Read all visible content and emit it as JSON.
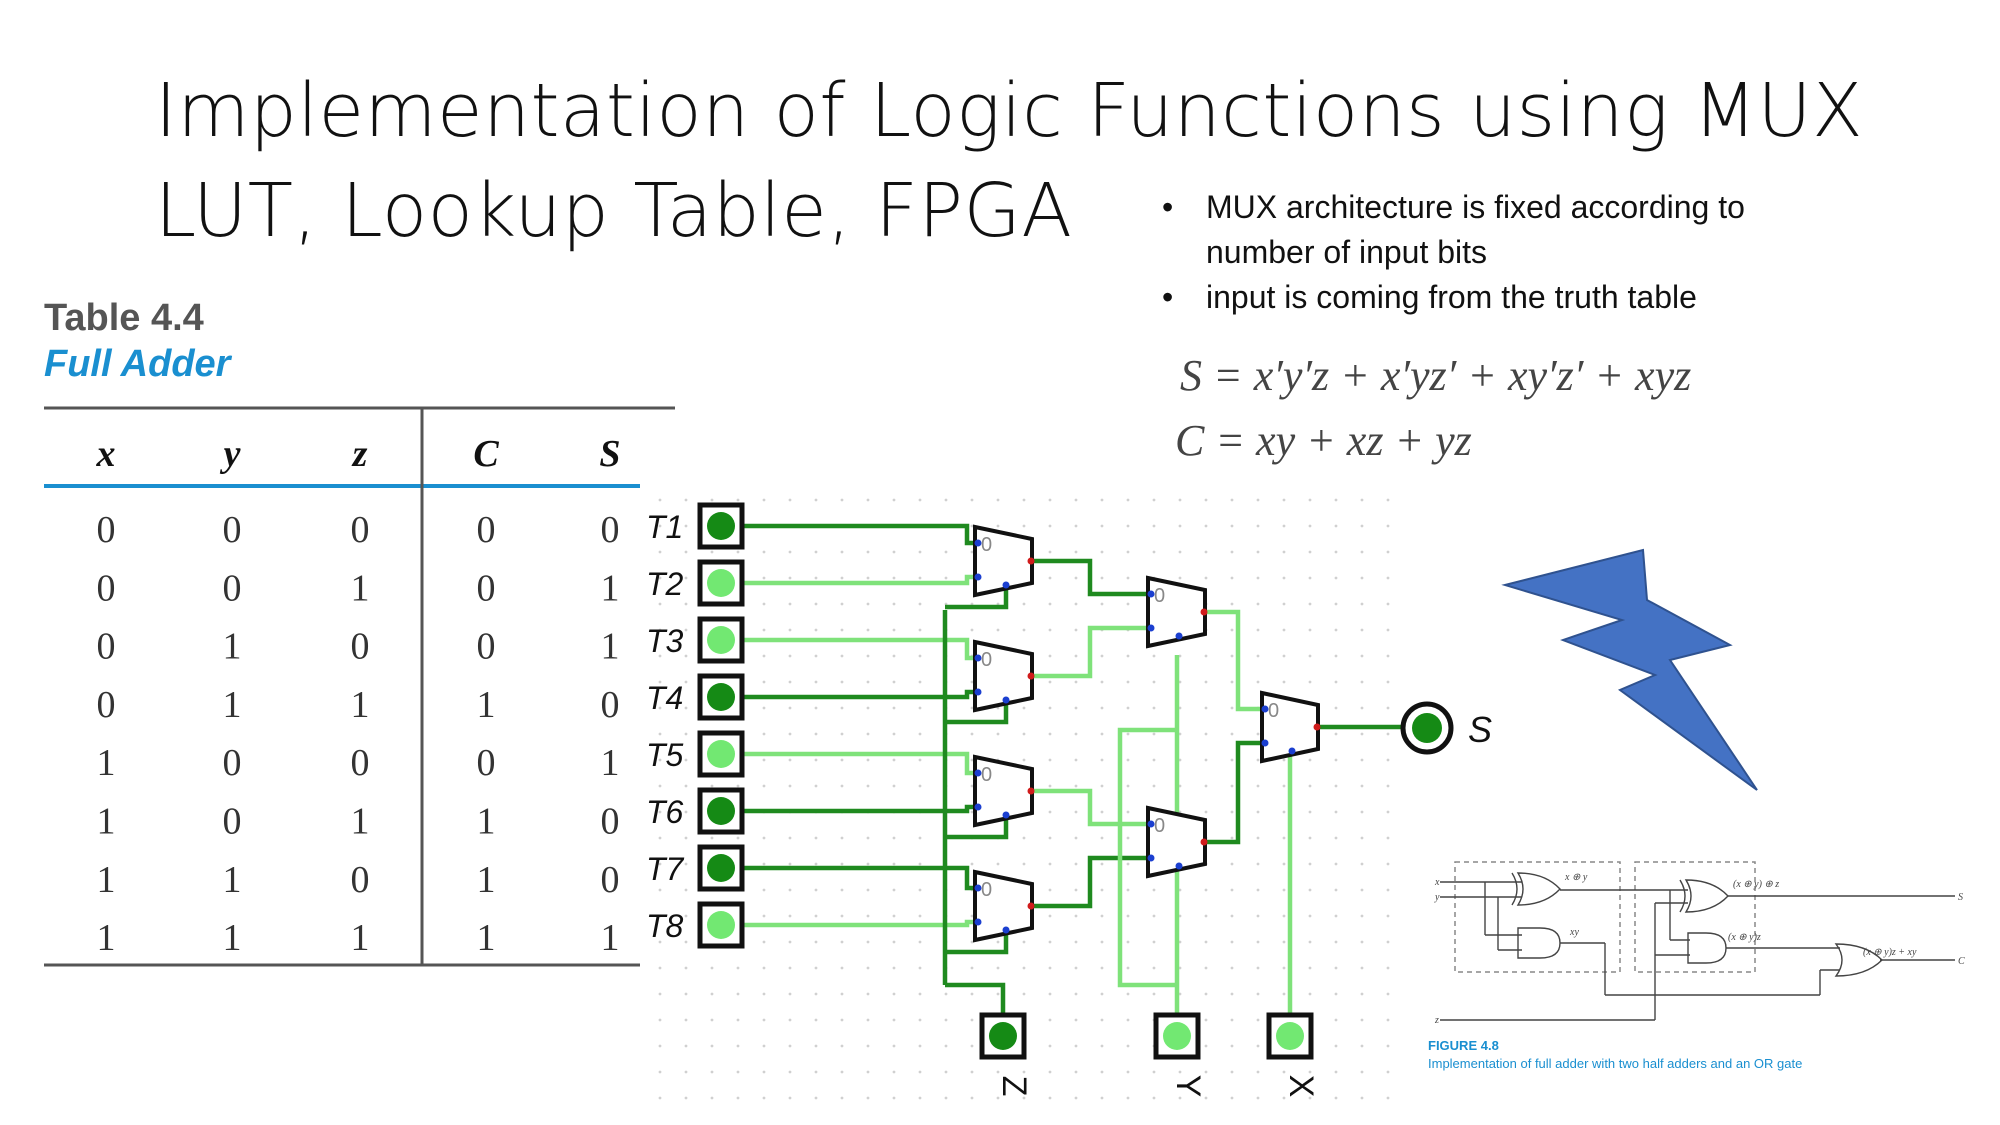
{
  "slide": {
    "title_line1": "Implementation of Logic Functions using MUX",
    "title_line2": "LUT, Lookup Table, FPGA",
    "bullets": [
      "MUX architecture is fixed according to number of input bits",
      "input is coming from the truth table"
    ],
    "equations": {
      "s": "S = x′y′z + x′yz′ + xy′z′ + xyz",
      "c": "C = xy + xz + yz"
    }
  },
  "truth_table": {
    "caption_number": "Table 4.4",
    "caption_title": "Full Adder",
    "headers": [
      "x",
      "y",
      "z",
      "C",
      "S"
    ],
    "rows": [
      [
        "0",
        "0",
        "0",
        "0",
        "0"
      ],
      [
        "0",
        "0",
        "1",
        "0",
        "1"
      ],
      [
        "0",
        "1",
        "0",
        "0",
        "1"
      ],
      [
        "0",
        "1",
        "1",
        "1",
        "0"
      ],
      [
        "1",
        "0",
        "0",
        "0",
        "1"
      ],
      [
        "1",
        "0",
        "1",
        "1",
        "0"
      ],
      [
        "1",
        "1",
        "0",
        "1",
        "0"
      ],
      [
        "1",
        "1",
        "1",
        "1",
        "1"
      ]
    ]
  },
  "circuit": {
    "inputs": [
      {
        "label": "T1",
        "value": 0
      },
      {
        "label": "T2",
        "value": 1
      },
      {
        "label": "T3",
        "value": 1
      },
      {
        "label": "T4",
        "value": 0
      },
      {
        "label": "T5",
        "value": 1
      },
      {
        "label": "T6",
        "value": 0
      },
      {
        "label": "T7",
        "value": 0
      },
      {
        "label": "T8",
        "value": 1
      }
    ],
    "mux_zero_label": "0",
    "output_label": "S",
    "select_inputs": [
      {
        "label": "Z",
        "value": 0
      },
      {
        "label": "Y",
        "value": 1
      },
      {
        "label": "X",
        "value": 1
      }
    ],
    "colors": {
      "high": "#7fe27a",
      "low": "#1f8a1f",
      "led_high": "#72e872",
      "led_low": "#158a15",
      "lightning": "#4472c4"
    }
  },
  "figure": {
    "title": "FIGURE 4.8",
    "caption": "Implementation of full adder with two half adders and an OR gate",
    "labels": {
      "in_x": "x",
      "in_y": "y",
      "in_z": "z",
      "out_s": "S",
      "out_c": "C",
      "xor1": "x ⊕ y",
      "and1": "xy",
      "xor2": "(x ⊕ y) ⊕ z",
      "and2": "(x ⊕ y)z",
      "or_out": "(x ⊕ y)z + xy"
    }
  }
}
